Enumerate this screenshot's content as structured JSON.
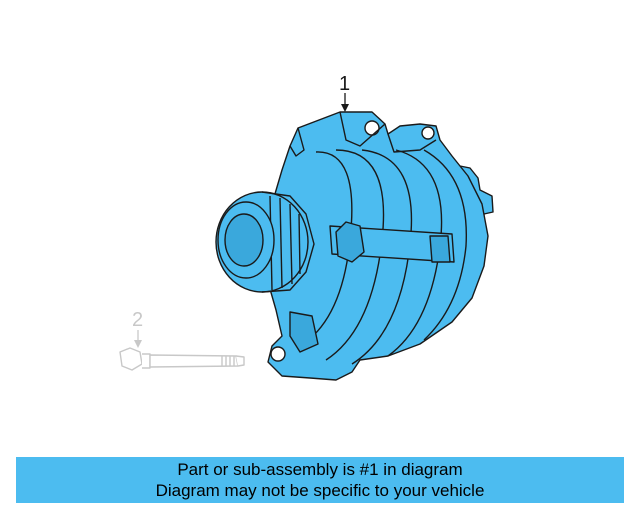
{
  "diagram": {
    "callouts": [
      {
        "number": "1",
        "part": "alternator",
        "highlighted": true
      },
      {
        "number": "2",
        "part": "bolt",
        "highlighted": false
      }
    ]
  },
  "banner": {
    "line1": "Part or sub-assembly is #1 in diagram",
    "line2": "Diagram may not be specific to your vehicle"
  },
  "colors": {
    "highlight_fill": "#4cbcf0",
    "outline": "#1a1a1a",
    "dimmed": "#c8c8c8",
    "banner_bg": "#4cbcf0"
  }
}
